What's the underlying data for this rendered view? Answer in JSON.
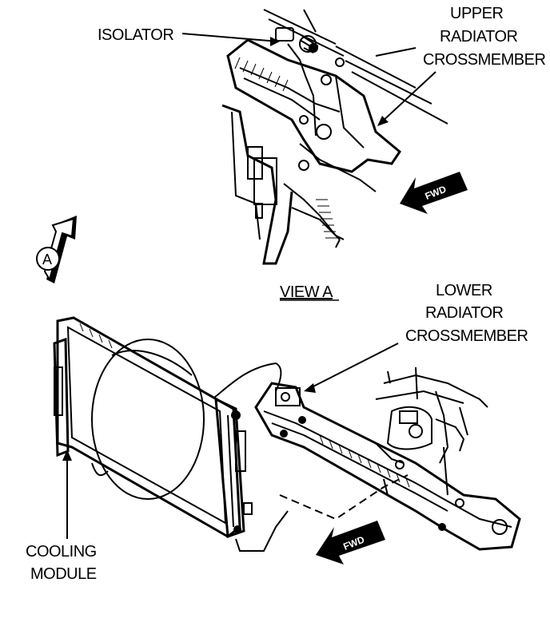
{
  "labels": {
    "isolator": "ISOLATOR",
    "upper_1": "UPPER",
    "upper_2": "RADIATOR",
    "upper_3": "CROSSMEMBER",
    "view_a": "VIEW A",
    "lower_1": "LOWER",
    "lower_2": "RADIATOR",
    "lower_3": "CROSSMEMBER",
    "cooling_1": "COOLING",
    "cooling_2": "MODULE",
    "view_marker": "A",
    "fwd_upper": "FWD",
    "fwd_lower": "FWD"
  },
  "colors": {
    "ink": "#000000",
    "paper": "#ffffff"
  }
}
